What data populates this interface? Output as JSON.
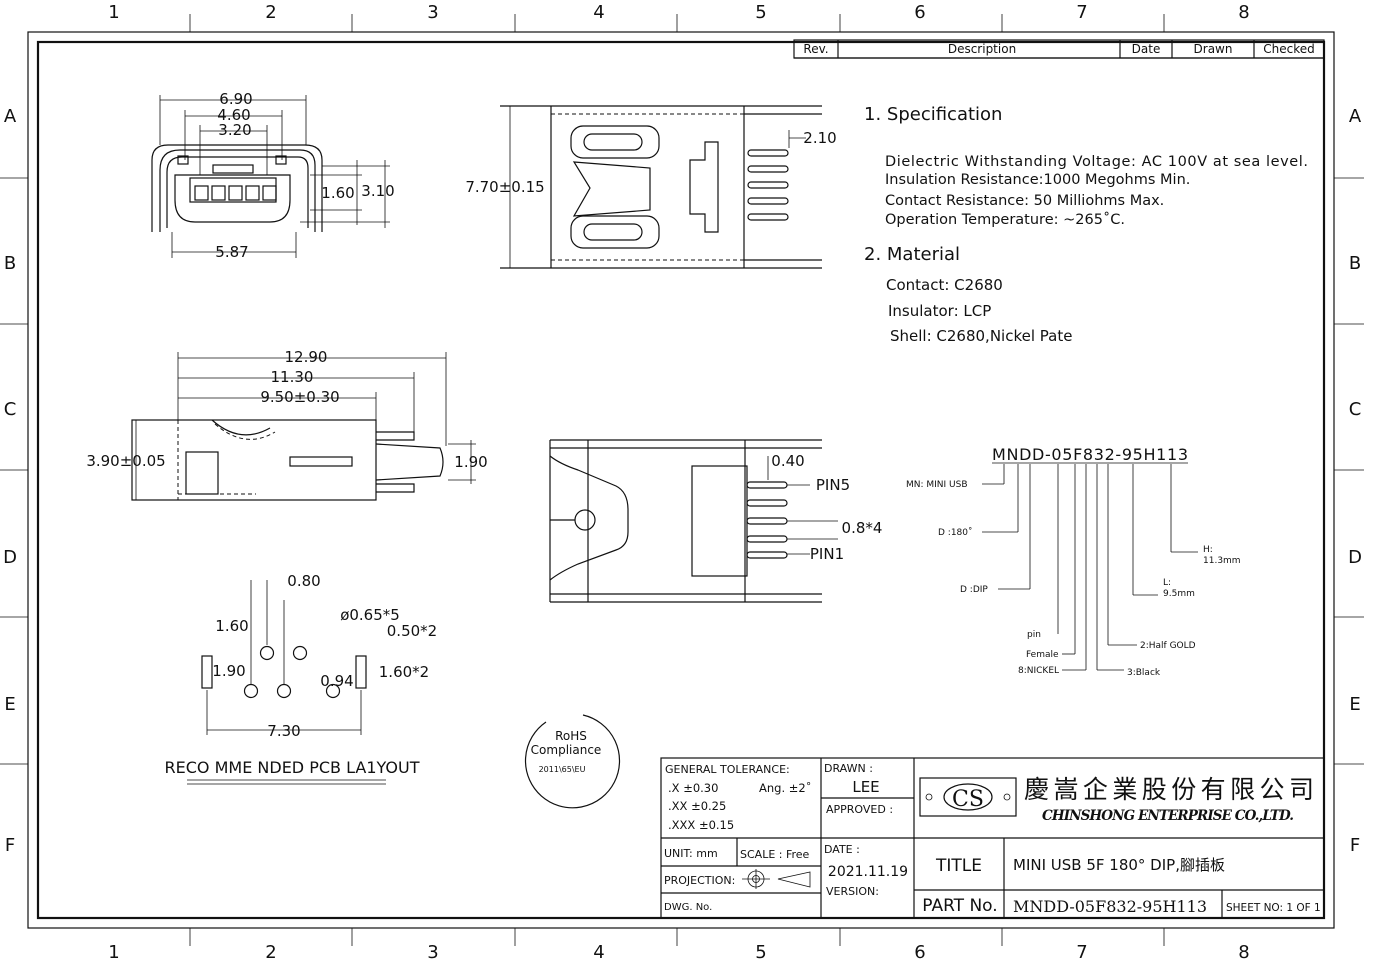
{
  "frame": {
    "col_labels": [
      "1",
      "2",
      "3",
      "4",
      "5",
      "6",
      "7",
      "8"
    ],
    "row_labels": [
      "A",
      "B",
      "C",
      "D",
      "E",
      "F"
    ]
  },
  "revision_table": {
    "headers": [
      "Rev.",
      "Description",
      "Date",
      "Drawn",
      "Checked"
    ]
  },
  "front_view": {
    "dims": [
      "6.90",
      "4.60",
      "3.20",
      "1.60",
      "3.10",
      "5.87"
    ]
  },
  "top_view": {
    "dims": [
      "7.70±0.15",
      "2.10"
    ]
  },
  "side_view": {
    "dims": [
      "12.90",
      "11.30",
      "9.50±0.30",
      "3.90±0.05",
      "1.90"
    ]
  },
  "bottom_view": {
    "dims": [
      "0.40",
      "0.8*4"
    ],
    "pin_labels": [
      "PIN5",
      "PIN1"
    ]
  },
  "pcb_layout": {
    "dims": [
      "0.80",
      "ø0.65*5",
      "0.50*2",
      "1.60",
      "1.90",
      "0.94",
      "1.60*2",
      "7.30"
    ],
    "title": "RECO MME NDED PCB LA1YOUT"
  },
  "specification": {
    "heading": "1.  Specification",
    "lines": [
      "Dielectric  Withstanding  Voltage:  AC  100V  at  sea  level.",
      "Insulation  Resistance:1000  Megohms  Min.",
      "Contact  Resistance:  50  Milliohms  Max.",
      "Operation  Temperature:  ~265˚C."
    ]
  },
  "material": {
    "heading": "2.  Material",
    "lines": [
      "Contact:  C2680",
      "Insulator:  LCP",
      "Shell:  C2680,Nickel  Pate"
    ]
  },
  "part_code": {
    "code": "MNDD-05F832-95H113",
    "labels": {
      "mn": "MN:  MINI  USB",
      "d180": "D  :180˚",
      "ddip": "D  :DIP",
      "pin": "pin",
      "female": "Female",
      "nickel": "8:NICKEL",
      "black": "3:Black",
      "gold": "2:Half  GOLD",
      "l": "L:",
      "l_val": "9.5mm",
      "h": "H:",
      "h_val": "11.3mm"
    }
  },
  "rohs": {
    "line1": "RoHS",
    "line2": "Compliance",
    "line3": "2011\\65\\EU"
  },
  "title_block": {
    "general_tolerance": "GENERAL TOLERANCE:",
    "tol_x": ".X  ±0.30",
    "tol_xx": ".XX ±0.25",
    "tol_xxx": ".XXX ±0.15",
    "ang": "Ang.  ±2˚",
    "unit": "UNIT:  mm",
    "scale": "SCALE :  Free",
    "projection": "PROJECTION:",
    "dwg_no": "DWG. No.",
    "drawn_label": "DRAWN :",
    "drawn_value": "LEE",
    "approved_label": "APPROVED :",
    "date_label": "DATE :",
    "date_value": "2021.11.19",
    "version_label": "VERSION:",
    "logo_text": "CS",
    "company_cn": "慶嵩企業股份有限公司",
    "company_en": "CHINSHONG ENTERPRISE CO.,LTD.",
    "title_label": "TITLE",
    "title_value": "MINI USB 5F 180° DIP,腳插板",
    "partno_label": "PART No.",
    "partno_value": "MNDD-05F832-95H113",
    "sheet": "SHEET  NO:  1 OF 1"
  }
}
